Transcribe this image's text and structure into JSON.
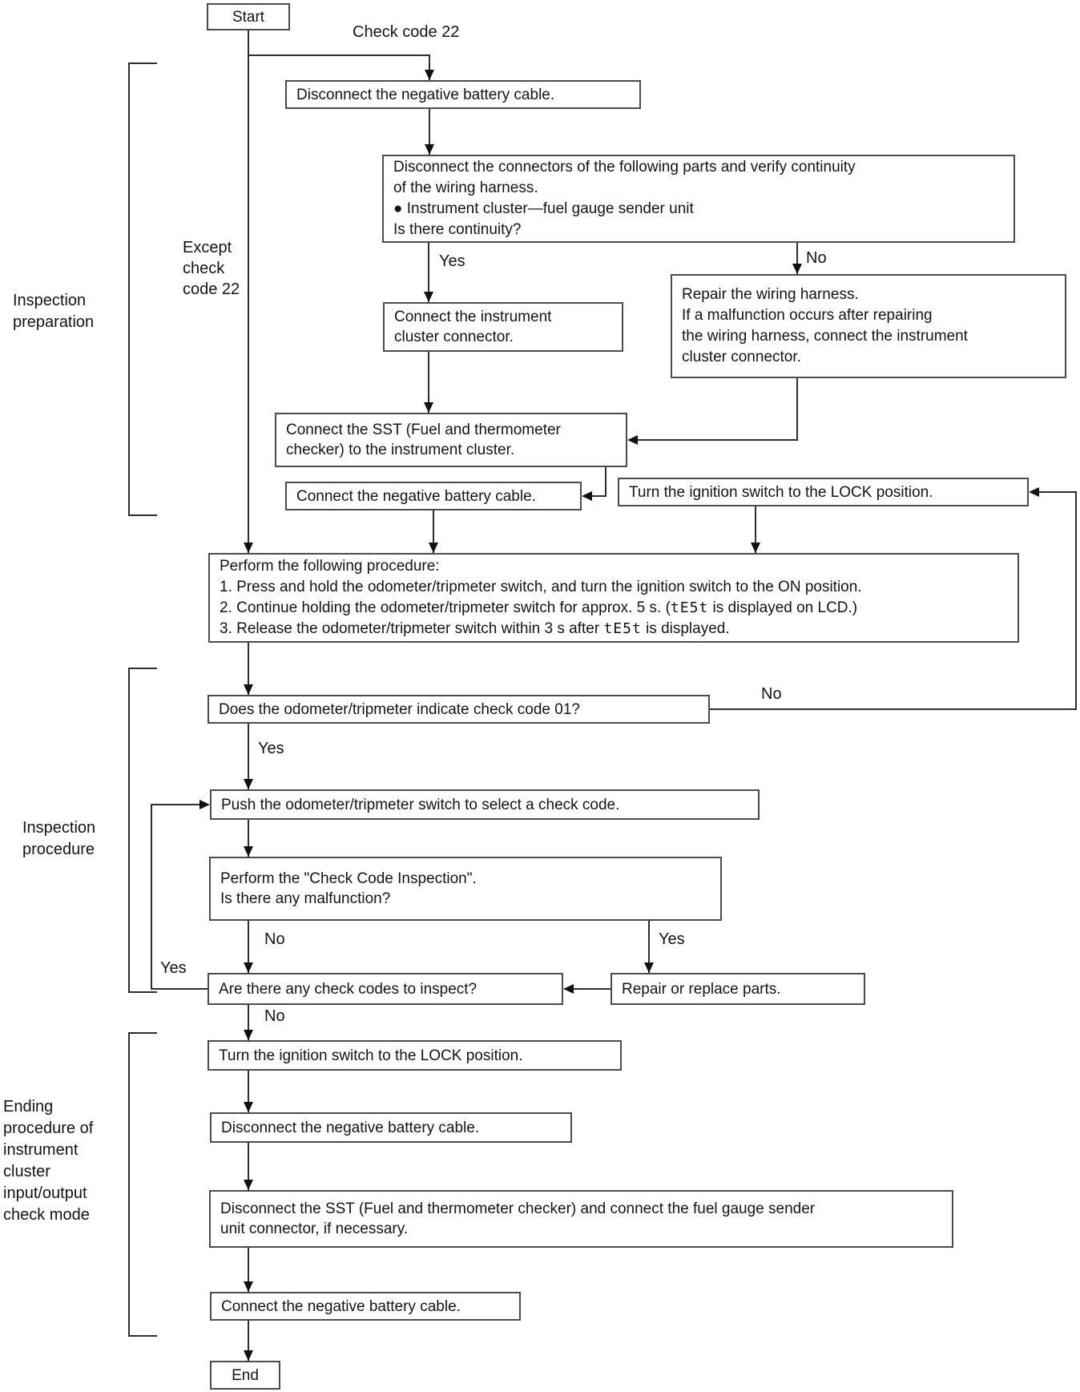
{
  "page": {
    "background": "#ffffff",
    "line_color": "#2e2e2e",
    "box_border_color": "#4c4c4c"
  },
  "sections": {
    "preparation": {
      "lines": [
        "Inspection",
        "preparation"
      ]
    },
    "procedure": {
      "lines": [
        "Inspection",
        "procedure"
      ]
    },
    "ending": {
      "lines": [
        "Ending",
        "procedure of",
        "instrument",
        "cluster",
        "input/output",
        "check mode"
      ]
    }
  },
  "annotations": {
    "check_code_22": "Check code 22",
    "except_check_code_22": {
      "lines": [
        "Except",
        "check",
        "code 22"
      ]
    }
  },
  "edge_labels": {
    "yes": "Yes",
    "no": "No"
  },
  "nodes": {
    "start": {
      "lines": [
        "Start"
      ]
    },
    "disconnect_battery_1": {
      "lines": [
        "Disconnect the negative battery cable."
      ]
    },
    "continuity_check": {
      "lines": [
        "Disconnect the connectors of the following parts and verify continuity",
        "of the wiring harness.",
        "● Instrument cluster—fuel gauge sender unit",
        "Is there continuity?"
      ]
    },
    "connect_cluster": {
      "lines": [
        "Connect the instrument",
        "cluster connector."
      ]
    },
    "repair_harness": {
      "lines": [
        "Repair the wiring harness.",
        "If a malfunction occurs after repairing",
        "the wiring harness, connect the instrument",
        "cluster connector."
      ]
    },
    "connect_sst": {
      "lines": [
        "Connect the SST (Fuel and thermometer",
        "checker) to the instrument cluster."
      ]
    },
    "connect_battery_1": {
      "lines": [
        "Connect the negative battery cable."
      ]
    },
    "lock_1": {
      "lines": [
        "Turn the ignition switch to the LOCK position."
      ]
    },
    "perform_procedure": {
      "title": "Perform the following procedure:",
      "step1": "1. Press and hold the odometer/tripmeter switch, and turn the ignition switch to the ON position.",
      "step2_pre": "2. Continue holding the odometer/tripmeter switch for approx. 5 s. (",
      "step2_lcd": "tE5t",
      "step2_post": " is displayed on LCD.)",
      "step3_pre": "3. Release the odometer/tripmeter switch within 3 s after ",
      "step3_lcd": "tE5t",
      "step3_post": " is displayed."
    },
    "check_code_01": {
      "lines": [
        "Does the odometer/tripmeter indicate check code 01?"
      ]
    },
    "push_switch": {
      "lines": [
        "Push the odometer/tripmeter switch to select a check code."
      ]
    },
    "check_inspection": {
      "lines": [
        "Perform the \"Check Code Inspection\".",
        "Is there any malfunction?"
      ]
    },
    "codes_to_inspect": {
      "lines": [
        "Are there any check codes to inspect?"
      ]
    },
    "repair_parts": {
      "lines": [
        "Repair or replace parts."
      ]
    },
    "lock_2": {
      "lines": [
        "Turn the ignition switch to the LOCK position."
      ]
    },
    "disconnect_battery_2": {
      "lines": [
        "Disconnect the negative battery cable."
      ]
    },
    "disconnect_sst": {
      "lines": [
        "Disconnect the SST (Fuel and thermometer checker) and connect the fuel gauge sender",
        "unit connector, if necessary."
      ]
    },
    "connect_battery_2": {
      "lines": [
        "Connect the negative battery cable."
      ]
    },
    "end": {
      "lines": [
        "End"
      ]
    }
  }
}
